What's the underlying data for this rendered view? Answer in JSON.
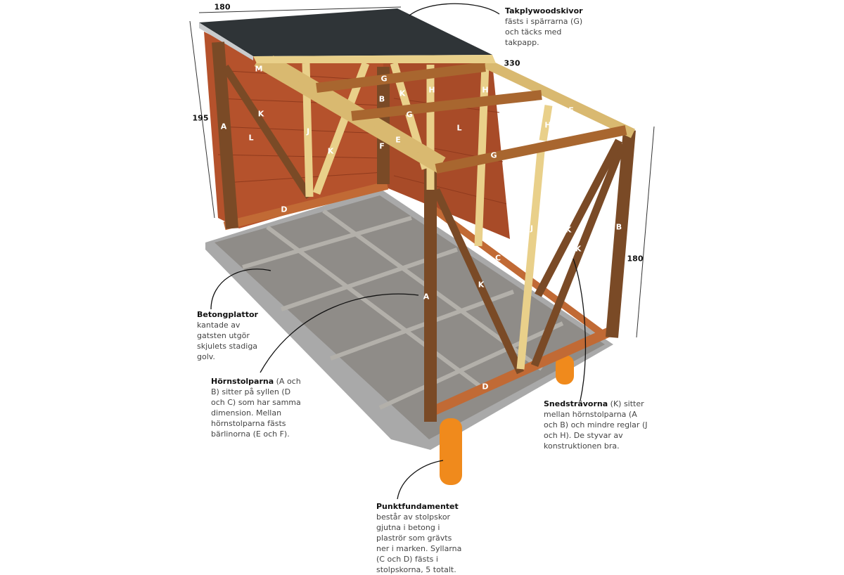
{
  "dimensions": {
    "top_width": "180",
    "depth": "330",
    "left_height": "195",
    "right_height": "180"
  },
  "part_labels": [
    "M",
    "K",
    "A",
    "L",
    "J",
    "K",
    "B",
    "G",
    "K",
    "H",
    "H",
    "G",
    "E",
    "F",
    "L",
    "E",
    "H",
    "G",
    "D",
    "C",
    "K",
    "A",
    "J",
    "K",
    "K",
    "B",
    "D"
  ],
  "annotations": {
    "roof": {
      "title": "Takplywoodskivor",
      "text": "fästs i spärrarna (G) och täcks med takpapp."
    },
    "floor": {
      "title": "Betongplattor",
      "text": "kantade av gatsten utgör skjulets stadiga golv."
    },
    "posts": {
      "title": "Hörnstolparna",
      "text": "(A och B) sitter på syllen (D och C) som har samma dimension. Mellan hörnstolparna fästs bärlinorna (E och F)."
    },
    "braces": {
      "title": "Snedsträvorna",
      "text": "(K) sitter mellan hörnstolparna (A och B) och mindre reglar (J och H). De styvar av konstruktionen bra."
    },
    "foundation": {
      "title": "Punktfundamentet",
      "text": "består av stolpskor gjutna i betong i plaströr som grävts ner i marken. Syllarna (C och D) fästs i stolpskorna, 5 totalt."
    }
  },
  "colors": {
    "wall": "#b5522c",
    "post": "#7a4a26",
    "beam": "#e9d08a",
    "floor": "#8c8c8c",
    "roof": "#2f3437",
    "pipe": "#f08a1c"
  }
}
